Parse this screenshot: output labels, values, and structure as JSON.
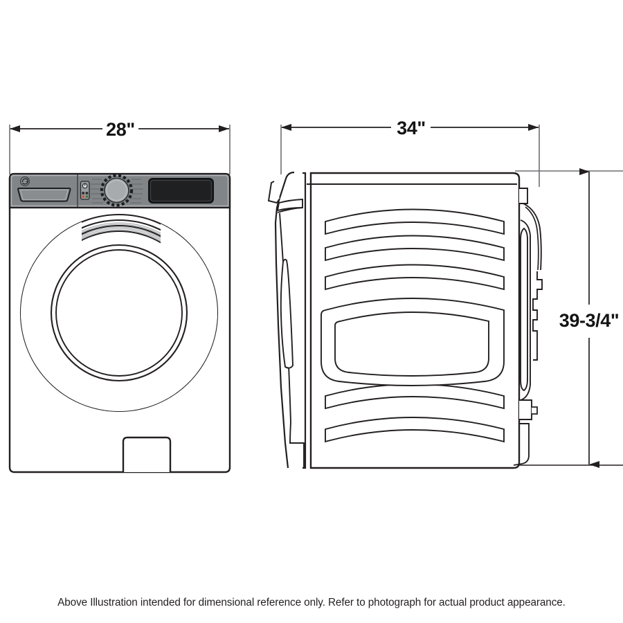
{
  "document": {
    "type": "appliance-dimension-illustration",
    "product": "GE front load washer",
    "footer_note": "Above Illustration intended for dimensional reference only. Refer to photograph for actual product appearance."
  },
  "dimensions": {
    "width": {
      "label": "28\"",
      "value": 28,
      "unit": "inch",
      "applies_to": "front-view",
      "orientation": "horizontal",
      "arrows": "both-ends"
    },
    "depth": {
      "label": "34\"",
      "value": 34,
      "unit": "inch",
      "applies_to": "side-view",
      "orientation": "horizontal",
      "arrows": "both-ends"
    },
    "height": {
      "label": "39-3/4\"",
      "value": 39.75,
      "unit": "inch",
      "applies_to": "side-view",
      "orientation": "vertical",
      "arrows": "both-ends"
    }
  },
  "views": {
    "front": {
      "name": "front-elevation",
      "features": [
        "control-panel",
        "ge-logo",
        "dispenser-drawer",
        "button-cluster",
        "control-knob",
        "display-screen",
        "door-ring-outer",
        "door-ring-inner",
        "door-glass",
        "bottom-access-panel"
      ],
      "brand_mark": "GE"
    },
    "side": {
      "name": "side-elevation",
      "features": [
        "door-profile",
        "door-handle-profile",
        "rear-panel",
        "rib-arc-top-1",
        "rib-arc-top-2",
        "rib-arc-top-3",
        "center-recess-outer",
        "center-recess-inner",
        "rib-arc-bottom-1",
        "rib-arc-bottom-2",
        "water-hose",
        "rear-connections",
        "leveling-foot"
      ]
    }
  },
  "colors": {
    "line": "#231f20",
    "panel_fill": "#828588",
    "panel_fill_dark": "#6e7174",
    "display_fill": "#1e2022",
    "knob_fill": "#a8abae",
    "dimension_line": "#6d6e71",
    "background": "#ffffff"
  }
}
